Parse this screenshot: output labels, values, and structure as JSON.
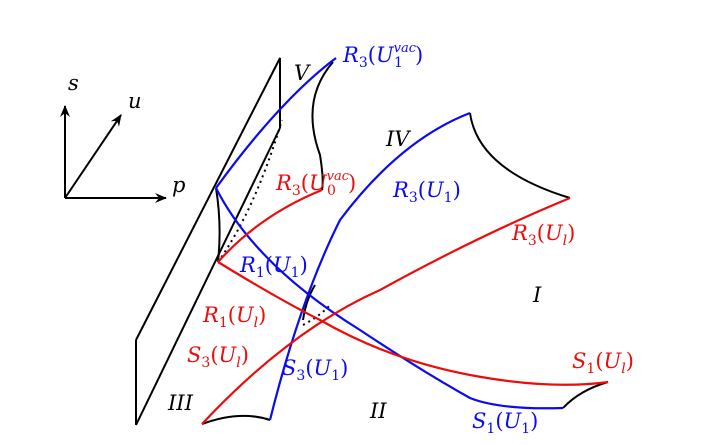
{
  "colors": {
    "black": "#000000",
    "blue": "#0b0bf0",
    "red": "#ec0c0c"
  },
  "axes": {
    "s": "s",
    "u": "u",
    "p": "p"
  },
  "regions": {
    "I": "I",
    "II": "II",
    "III": "III",
    "IV": "IV",
    "V": "V"
  },
  "curves": {
    "R3_U1vac": {
      "base": "R",
      "sub": "3",
      "arg": "U",
      "arg_sub": "1",
      "arg_sup": "vac"
    },
    "R3_U0vac": {
      "base": "R",
      "sub": "3",
      "arg": "U",
      "arg_sub": "0",
      "arg_sup": "vac"
    },
    "R3_U1": {
      "base": "R",
      "sub": "3",
      "arg": "U",
      "arg_sub": "1"
    },
    "R3_Ul": {
      "base": "R",
      "sub": "3",
      "arg": "U",
      "arg_sub": "l"
    },
    "R1_U1": {
      "base": "R",
      "sub": "1",
      "arg": "U",
      "arg_sub": "1"
    },
    "R1_Ul": {
      "base": "R",
      "sub": "1",
      "arg": "U",
      "arg_sub": "l"
    },
    "S3_Ul": {
      "base": "S",
      "sub": "3",
      "arg": "U",
      "arg_sub": "l"
    },
    "S3_U1": {
      "base": "S",
      "sub": "3",
      "arg": "U",
      "arg_sub": "1"
    },
    "S1_Ul": {
      "base": "S",
      "sub": "1",
      "arg": "U",
      "arg_sub": "l"
    },
    "S1_U1": {
      "base": "S",
      "sub": "1",
      "arg": "U",
      "arg_sub": "1"
    }
  }
}
